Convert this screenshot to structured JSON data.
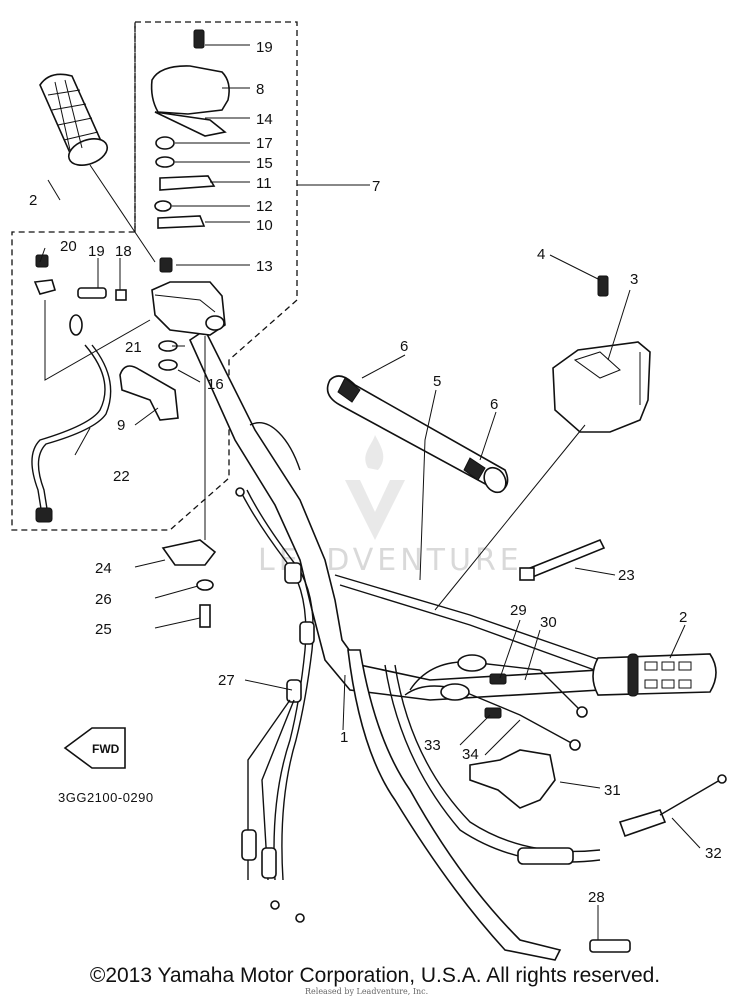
{
  "diagram": {
    "code": "3GG2100-0290",
    "fwd_label": "FWD",
    "watermark": "LEADVENTURE",
    "callouts": {
      "c1": "1",
      "c2a": "2",
      "c2b": "2",
      "c3": "3",
      "c4": "4",
      "c5": "5",
      "c6a": "6",
      "c6b": "6",
      "c7": "7",
      "c8": "8",
      "c9": "9",
      "c10": "10",
      "c11": "11",
      "c12": "12",
      "c13": "13",
      "c14": "14",
      "c15": "15",
      "c16": "16",
      "c17": "17",
      "c18": "18",
      "c19a": "19",
      "c19b": "19",
      "c20": "20",
      "c21": "21",
      "c22": "22",
      "c23": "23",
      "c24": "24",
      "c25": "25",
      "c26": "26",
      "c27": "27",
      "c28": "28",
      "c29": "29",
      "c30": "30",
      "c31": "31",
      "c32": "32",
      "c33": "33",
      "c34": "34"
    }
  },
  "footer": {
    "copyright": "©2013 Yamaha Motor Corporation, U.S.A. All rights reserved.",
    "credit": "Released by Leadventure, Inc."
  }
}
